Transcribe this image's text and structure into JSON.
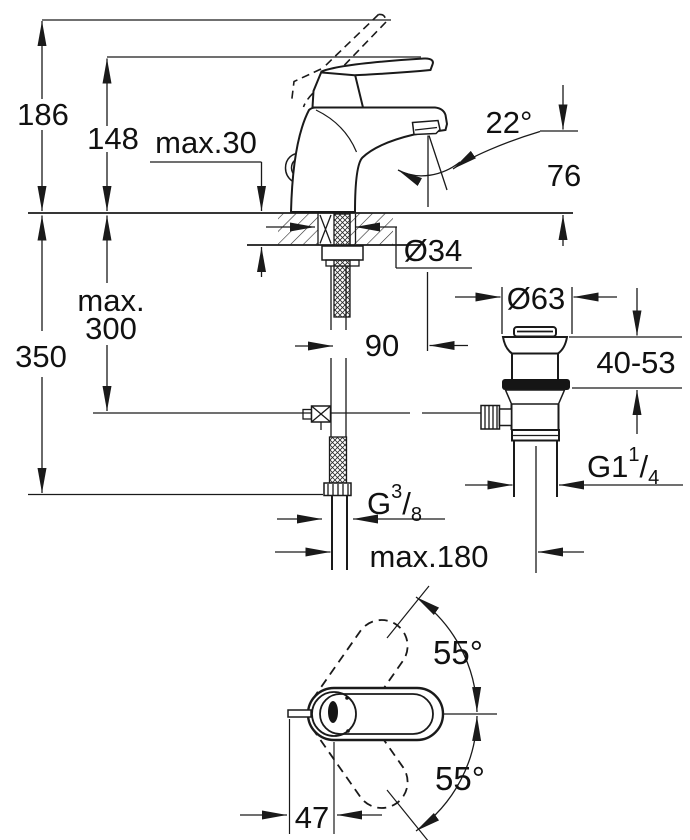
{
  "document": {
    "title": "Faucet installation dimension drawing",
    "background_color": "#ffffff",
    "line_color": "#1a1a1a"
  },
  "views": {
    "side": "side elevation with mounting section",
    "top": "top view of lever swing range"
  },
  "dims": {
    "total_height": "186",
    "body_height": "148",
    "deck_thickness": "max.30",
    "spout_angle": "22°",
    "outlet_height": "76",
    "hole_diameter": "Ø34",
    "hose_depth_line1": "max.",
    "hose_depth_line2": "300",
    "install_depth": "350",
    "spout_reach": "90",
    "waste_flange_diameter": "Ø63",
    "basin_thickness_range": "40-53",
    "waste_thread": {
      "prefix": "G1",
      "numerator": "1",
      "slash": "/",
      "denominator": "4"
    },
    "supply_thread": {
      "prefix": "G",
      "numerator": "3",
      "slash": "/",
      "denominator": "8"
    },
    "rod_reach": "max.180",
    "handle_swing_up": "55°",
    "handle_swing_down": "55°",
    "handle_offset": "47"
  }
}
